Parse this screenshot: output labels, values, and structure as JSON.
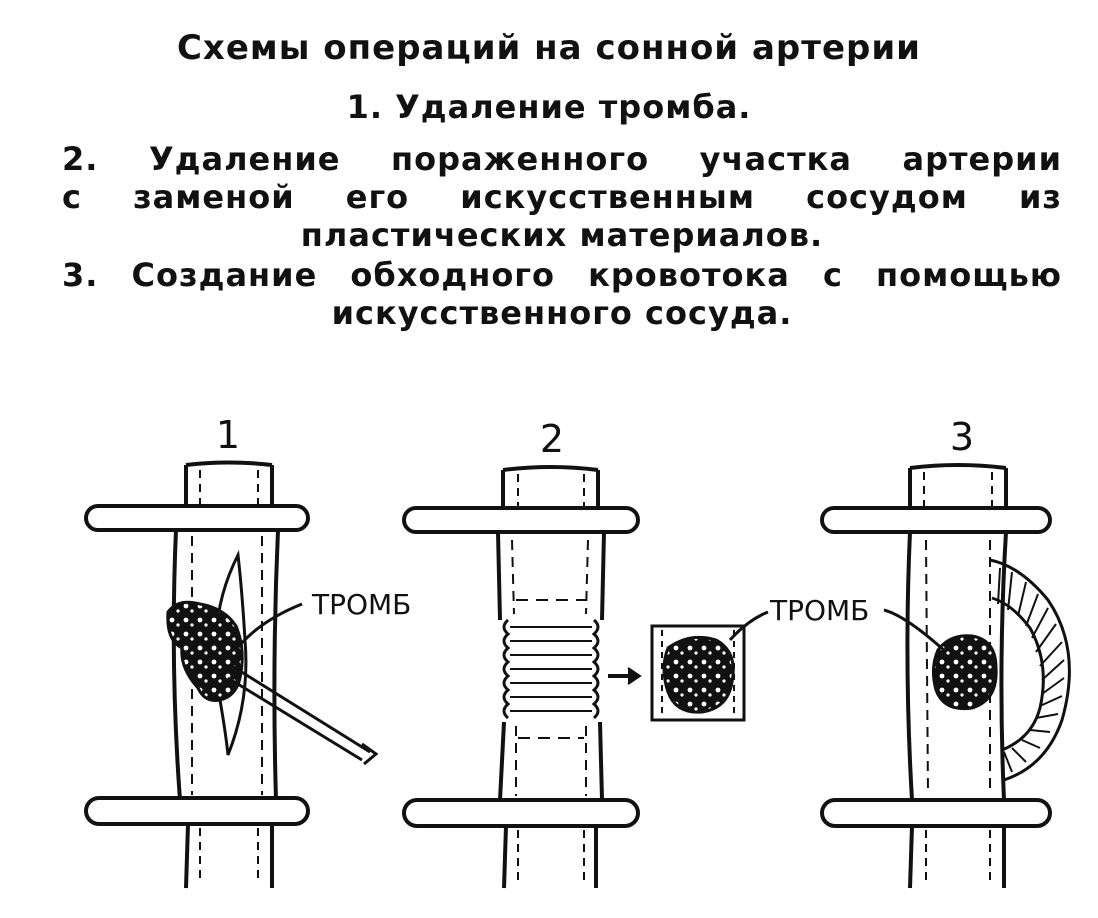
{
  "title": "Схемы операций на сонной артерии",
  "items": {
    "item1": "1. Удаление тромба.",
    "item2_line1": "2. Удаление пораженного участка артерии",
    "item2_line2": "с заменой его искусственным сосудом из",
    "item2_line3": "пластических материалов.",
    "item3_line1": "3. Создание обходного кровотока с помощью",
    "item3_line2": "искусственного сосуда."
  },
  "figures": {
    "fig1_number": "1",
    "fig2_number": "2",
    "fig3_number": "3",
    "fig1_label": "ТРОМБ",
    "fig2_label": "ТРОМБ"
  },
  "colors": {
    "ink": "#111111",
    "paper": "#ffffff"
  }
}
